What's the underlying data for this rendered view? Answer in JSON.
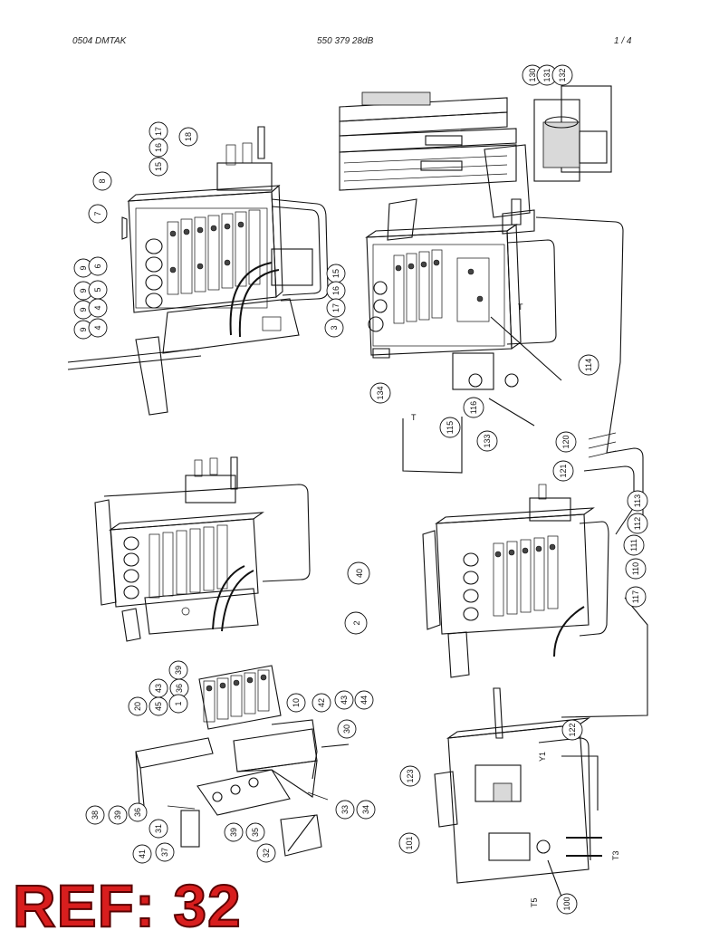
{
  "header": {
    "left": "0504 DMTAK",
    "center": "550 379 28dB",
    "right": "1 /   4"
  },
  "ref_label": "REF: 32",
  "callouts": [
    {
      "id": "c130",
      "label": "130"
    },
    {
      "id": "c131",
      "label": "131"
    },
    {
      "id": "c132",
      "label": "132"
    },
    {
      "id": "c17a",
      "label": "17"
    },
    {
      "id": "c16a",
      "label": "16"
    },
    {
      "id": "c15a",
      "label": "15"
    },
    {
      "id": "c18",
      "label": "18"
    },
    {
      "id": "c8",
      "label": "8"
    },
    {
      "id": "c7",
      "label": "7"
    },
    {
      "id": "c9a",
      "label": "9"
    },
    {
      "id": "c6",
      "label": "6"
    },
    {
      "id": "c9b",
      "label": "9"
    },
    {
      "id": "c5",
      "label": "5"
    },
    {
      "id": "c9c",
      "label": "9"
    },
    {
      "id": "c4a",
      "label": "4"
    },
    {
      "id": "c9d",
      "label": "9"
    },
    {
      "id": "c4b",
      "label": "4"
    },
    {
      "id": "c15b",
      "label": "15"
    },
    {
      "id": "c16b",
      "label": "16"
    },
    {
      "id": "c17b",
      "label": "17"
    },
    {
      "id": "c3",
      "label": "3"
    },
    {
      "id": "c114",
      "label": "114"
    },
    {
      "id": "c134",
      "label": "134"
    },
    {
      "id": "c116",
      "label": "116"
    },
    {
      "id": "c115",
      "label": "115"
    },
    {
      "id": "c133",
      "label": "133"
    },
    {
      "id": "c120",
      "label": "120"
    },
    {
      "id": "c121",
      "label": "121"
    },
    {
      "id": "c113",
      "label": "113"
    },
    {
      "id": "c112",
      "label": "112"
    },
    {
      "id": "c111",
      "label": "111"
    },
    {
      "id": "c110",
      "label": "110"
    },
    {
      "id": "c117",
      "label": "117"
    },
    {
      "id": "c40",
      "label": "40"
    },
    {
      "id": "c2",
      "label": "2"
    },
    {
      "id": "c39a",
      "label": "39"
    },
    {
      "id": "c43a",
      "label": "43"
    },
    {
      "id": "c36a",
      "label": "36"
    },
    {
      "id": "c1",
      "label": "1"
    },
    {
      "id": "c45",
      "label": "45"
    },
    {
      "id": "c20",
      "label": "20"
    },
    {
      "id": "c10",
      "label": "10"
    },
    {
      "id": "c42",
      "label": "42"
    },
    {
      "id": "c43b",
      "label": "43"
    },
    {
      "id": "c44",
      "label": "44"
    },
    {
      "id": "c30",
      "label": "30"
    },
    {
      "id": "c38",
      "label": "38"
    },
    {
      "id": "c39b",
      "label": "39"
    },
    {
      "id": "c36b",
      "label": "36"
    },
    {
      "id": "c31",
      "label": "31"
    },
    {
      "id": "c41",
      "label": "41"
    },
    {
      "id": "c37",
      "label": "37"
    },
    {
      "id": "c39c",
      "label": "39"
    },
    {
      "id": "c35",
      "label": "35"
    },
    {
      "id": "c32",
      "label": "32"
    },
    {
      "id": "c33",
      "label": "33"
    },
    {
      "id": "c34",
      "label": "34"
    },
    {
      "id": "c123",
      "label": "123"
    },
    {
      "id": "c122",
      "label": "122"
    },
    {
      "id": "c101",
      "label": "101"
    },
    {
      "id": "c100",
      "label": "100"
    }
  ],
  "letter_marks": [
    {
      "id": "mT1",
      "label": "T"
    },
    {
      "id": "mT2",
      "label": "T"
    },
    {
      "id": "mY1",
      "label": "Y1"
    },
    {
      "id": "mT3",
      "label": "T3"
    },
    {
      "id": "mT5",
      "label": "T5"
    }
  ]
}
